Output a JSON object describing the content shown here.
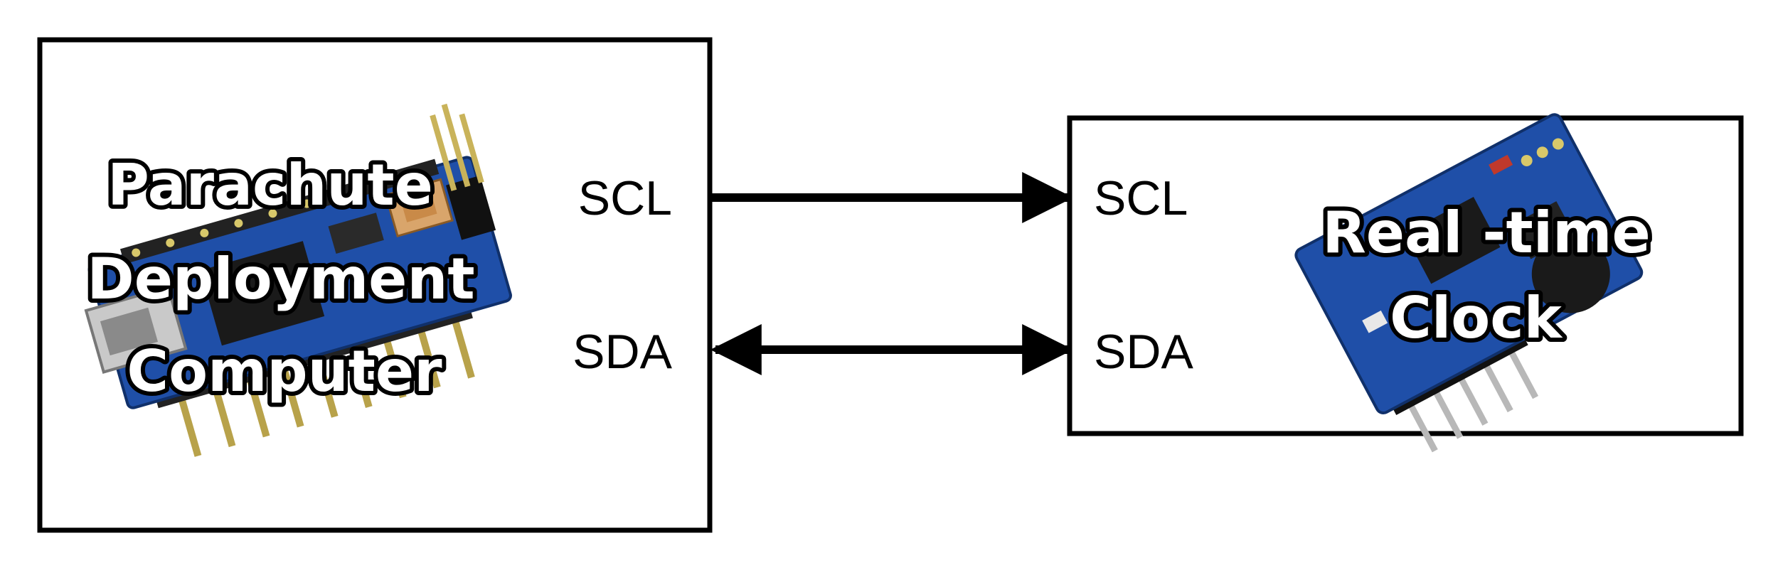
{
  "left_module": {
    "title_lines": [
      "Parachute",
      "Deployment",
      "Computer"
    ],
    "pins": [
      "SCL",
      "SDA"
    ],
    "board_icon": "arduino-nano-board-icon"
  },
  "right_module": {
    "title_lines": [
      "Real -time",
      "Clock"
    ],
    "pins": [
      "SCL",
      "SDA"
    ],
    "board_icon": "rtc-module-board-icon"
  },
  "connections": [
    {
      "signal": "SCL",
      "direction": "one-way"
    },
    {
      "signal": "SDA",
      "direction": "bidirectional"
    }
  ],
  "colors": {
    "board": "#1f4fa8",
    "outline": "#000000",
    "background": "#ffffff"
  }
}
